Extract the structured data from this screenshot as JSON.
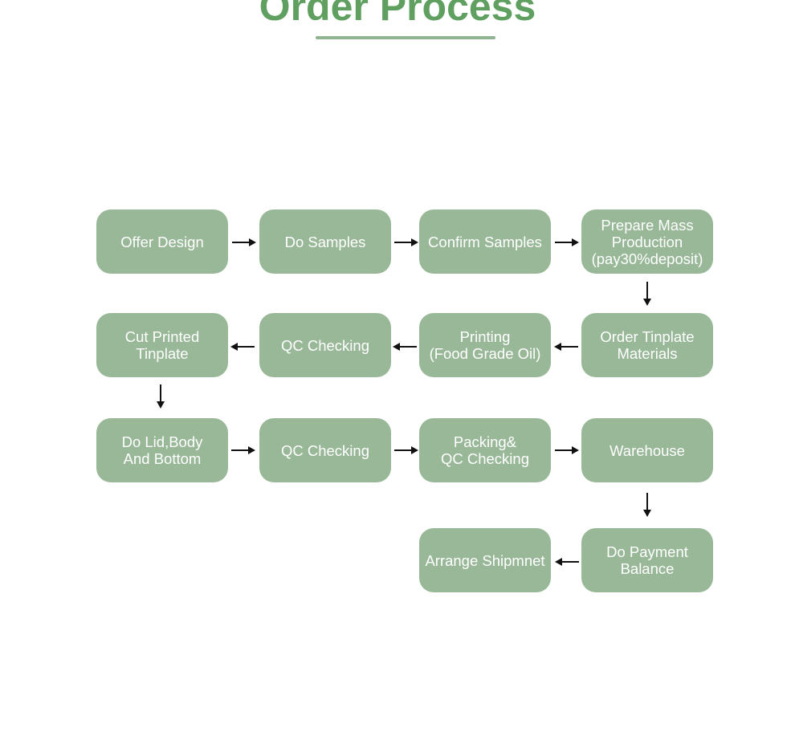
{
  "title": "Order Process",
  "colors": {
    "title": "#5fa061",
    "box": "#98b898",
    "arrow": "#111111"
  },
  "steps": [
    {
      "label": "Offer Design"
    },
    {
      "label": "Do Samples"
    },
    {
      "label": "Confirm Samples"
    },
    {
      "label": "Prepare Mass\nProduction\n(pay30%deposit)"
    },
    {
      "label": "Order Tinplate\nMaterials"
    },
    {
      "label": "Printing\n(Food Grade Oil)"
    },
    {
      "label": "QC Checking"
    },
    {
      "label": "Cut Printed\nTinplate"
    },
    {
      "label": "Do Lid,Body\nAnd Bottom"
    },
    {
      "label": "QC Checking"
    },
    {
      "label": "Packing&\nQC Checking"
    },
    {
      "label": "Warehouse"
    },
    {
      "label": "Do Payment\nBalance"
    },
    {
      "label": "Arrange Shipmnet"
    }
  ]
}
